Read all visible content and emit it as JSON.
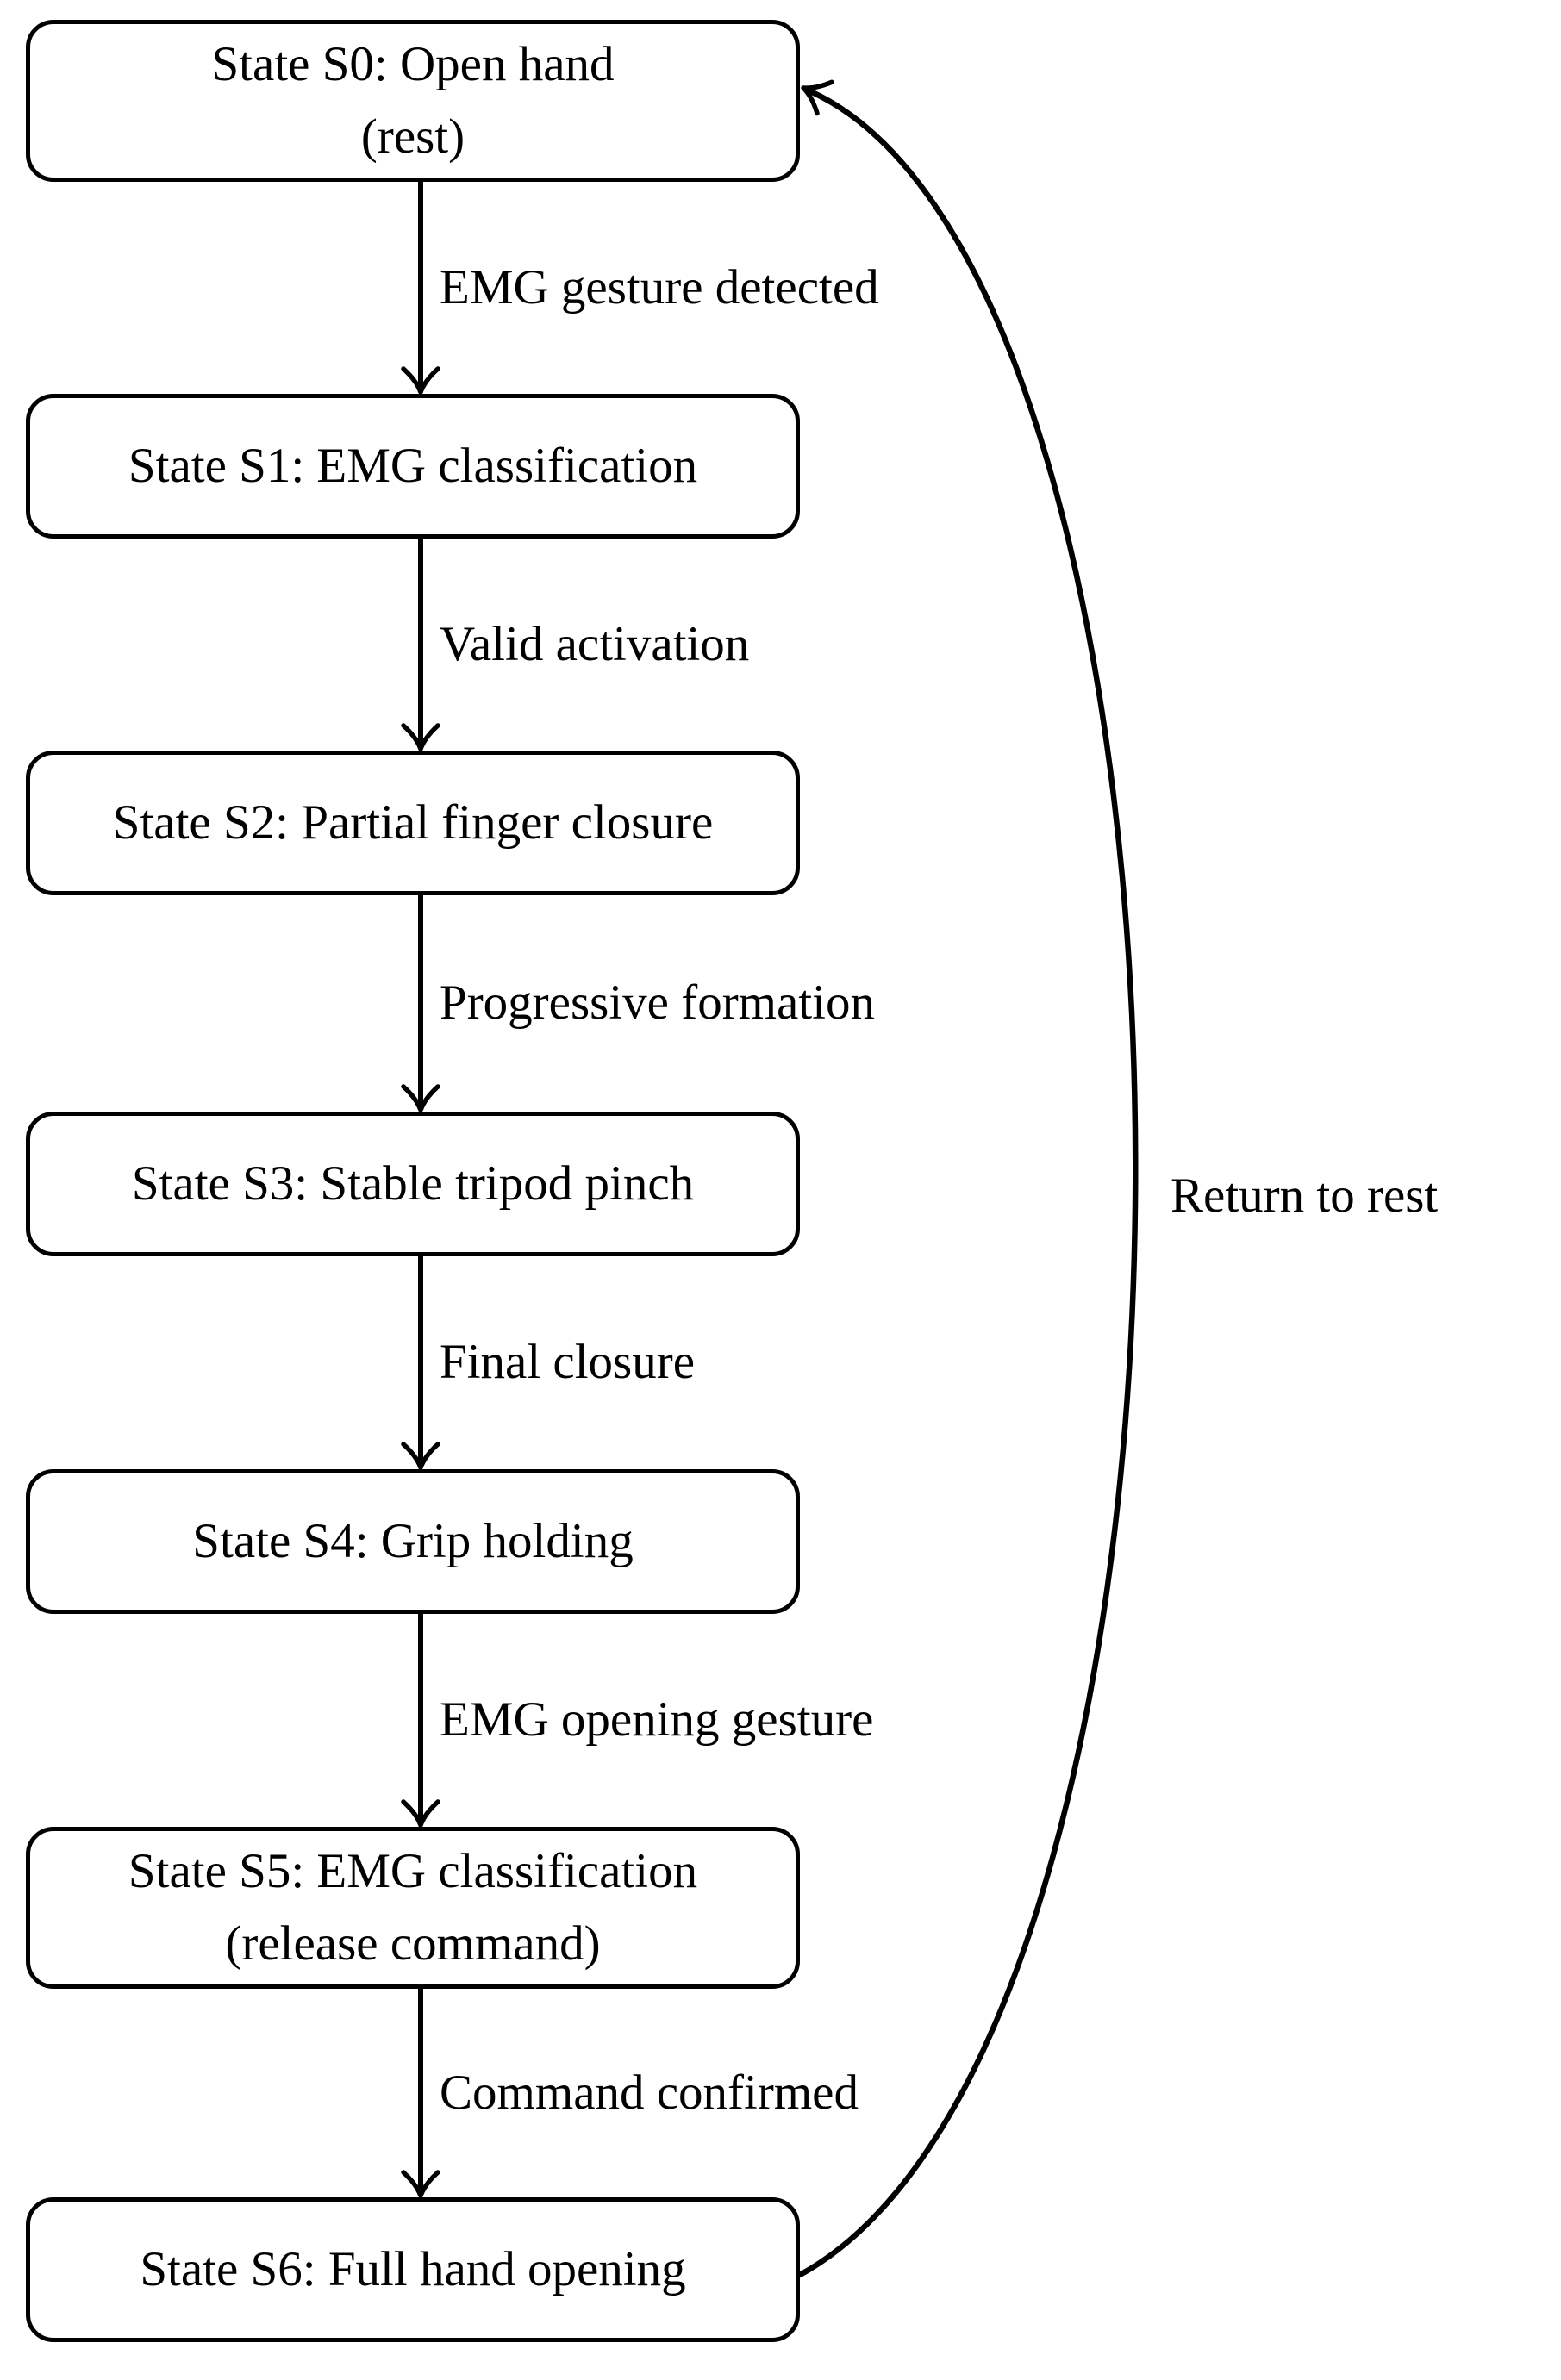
{
  "diagram": {
    "type": "state-machine-flowchart",
    "colors": {
      "stroke": "#000000",
      "background": "#ffffff",
      "box_fill": "#ffffff",
      "text": "#000000"
    },
    "states": [
      {
        "id": "S0",
        "label": "State S0: Open hand",
        "sublabel": "(rest)"
      },
      {
        "id": "S1",
        "label": "State S1: EMG classification"
      },
      {
        "id": "S2",
        "label": "State S2: Partial finger closure"
      },
      {
        "id": "S3",
        "label": "State S3: Stable tripod pinch"
      },
      {
        "id": "S4",
        "label": "State S4: Grip holding"
      },
      {
        "id": "S5",
        "label": "State S5: EMG classification",
        "sublabel": "(release command)"
      },
      {
        "id": "S6",
        "label": "State S6: Full hand opening"
      }
    ],
    "transitions": [
      {
        "from": "S0",
        "to": "S1",
        "label": "EMG gesture detected"
      },
      {
        "from": "S1",
        "to": "S2",
        "label": "Valid activation"
      },
      {
        "from": "S2",
        "to": "S3",
        "label": "Progressive formation"
      },
      {
        "from": "S3",
        "to": "S4",
        "label": "Final closure"
      },
      {
        "from": "S4",
        "to": "S5",
        "label": "EMG opening gesture"
      },
      {
        "from": "S5",
        "to": "S6",
        "label": "Command confirmed"
      },
      {
        "from": "S6",
        "to": "S0",
        "label": "Return to rest"
      }
    ]
  }
}
